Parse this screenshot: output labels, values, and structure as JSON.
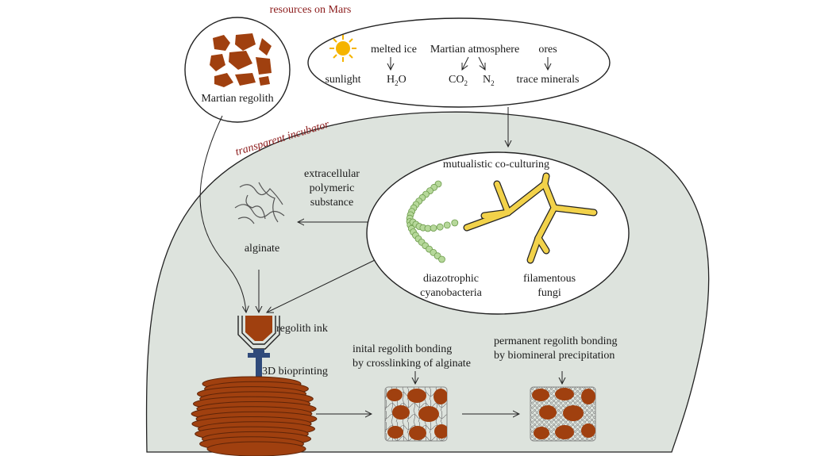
{
  "title": "resources on Mars",
  "incubator_label": "transparent incubator",
  "regolith_label": "Martian regolith",
  "resources": {
    "melted_ice": "melted ice",
    "atmosphere": "Martian atmosphere",
    "ores": "ores",
    "sunlight": "sunlight",
    "water": {
      "main": "H",
      "sub": "2",
      "rest": "O"
    },
    "co2": {
      "main": "CO",
      "sub": "2"
    },
    "n2": {
      "main": "N",
      "sub": "2"
    },
    "trace": "trace minerals"
  },
  "coculture": {
    "title": "mutualistic co-culturing",
    "cyanobacteria": [
      "diazotrophic",
      "cyanobacteria"
    ],
    "fungi": [
      "filamentous",
      "fungi"
    ]
  },
  "eps": [
    "extracellular",
    "polymeric",
    "substance"
  ],
  "alginate": "alginate",
  "regolith_ink": "regolith ink",
  "bioprinting": "3D bioprinting",
  "initial_bonding": [
    "inital regolith bonding",
    "by crosslinking of alginate"
  ],
  "permanent_bonding": [
    "permanent regolith bonding",
    "by biomineral precipitation"
  ],
  "colors": {
    "regolith": "#a0400f",
    "incubator": "#dde3dd",
    "title_red": "#8b1a1a",
    "sun": "#f5b400",
    "fungi": "#f2d24a",
    "cyano": "#b6d89a",
    "nozzle": "#2f4a7a"
  }
}
